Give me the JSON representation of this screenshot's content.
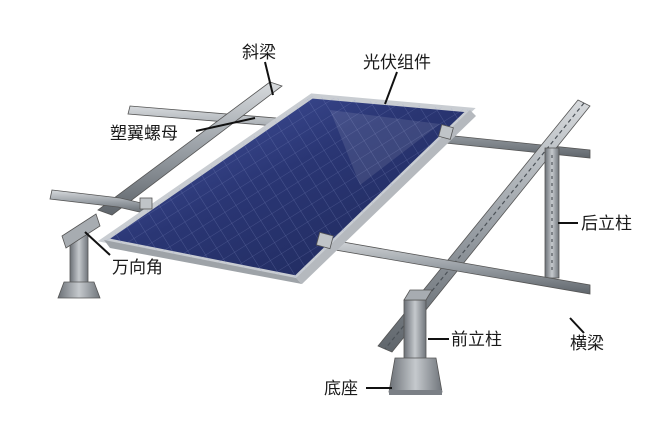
{
  "labels": {
    "diagonal_beam": "斜梁",
    "pv_module": "光伏组件",
    "wing_nut": "塑翼螺母",
    "rear_post": "后立柱",
    "universal_angle": "万向角",
    "front_post": "前立柱",
    "cross_beam": "横梁",
    "base": "底座"
  },
  "colors": {
    "panel_cell": "#2b3a78",
    "panel_frame": "#c9cdd2",
    "rail_metal": "#9aa0a6",
    "rail_dark": "#6d737a",
    "label_text": "#1a1a1a"
  }
}
